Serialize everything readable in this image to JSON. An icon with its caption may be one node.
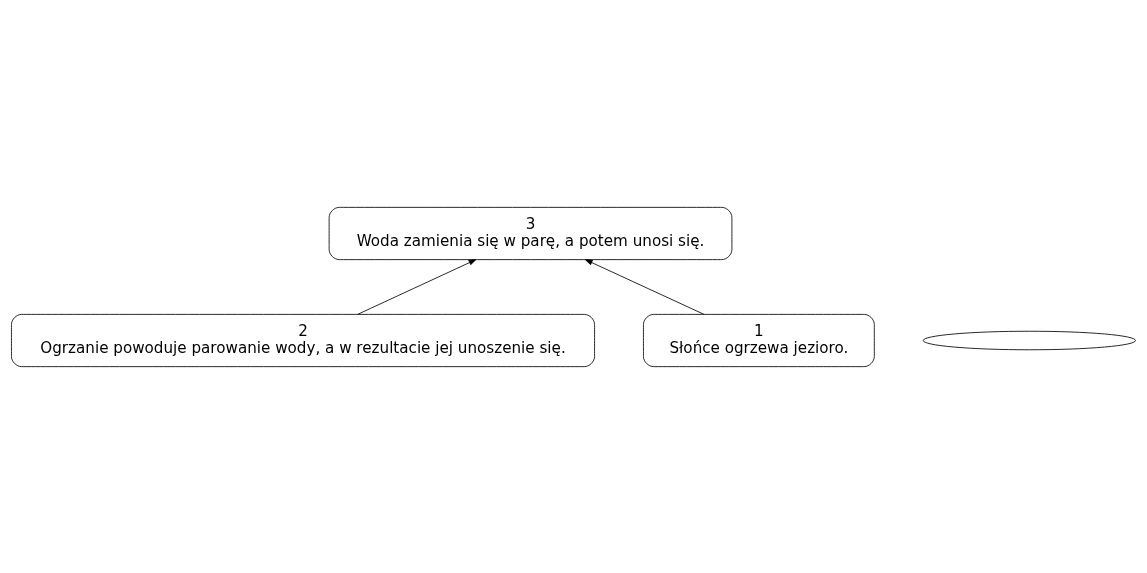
{
  "diagram": {
    "nodes": [
      {
        "text": [
          "3",
          "Woda zamienia się w parę, a potem unosi się."
        ]
      },
      {
        "text": [],
        "shape": "ellipse"
      },
      {
        "text": [
          "2",
          "Ogrzanie powoduje parowanie wody, a w rezultacie jej unoszenie się."
        ]
      },
      {
        "text": [
          "1",
          "Słońce ogrzewa jezioro."
        ]
      }
    ],
    "edges": [
      {
        "from": 3,
        "to": 0,
        "arrow": "to"
      },
      {
        "from": 2,
        "to": 0,
        "arrow": "to"
      }
    ]
  }
}
